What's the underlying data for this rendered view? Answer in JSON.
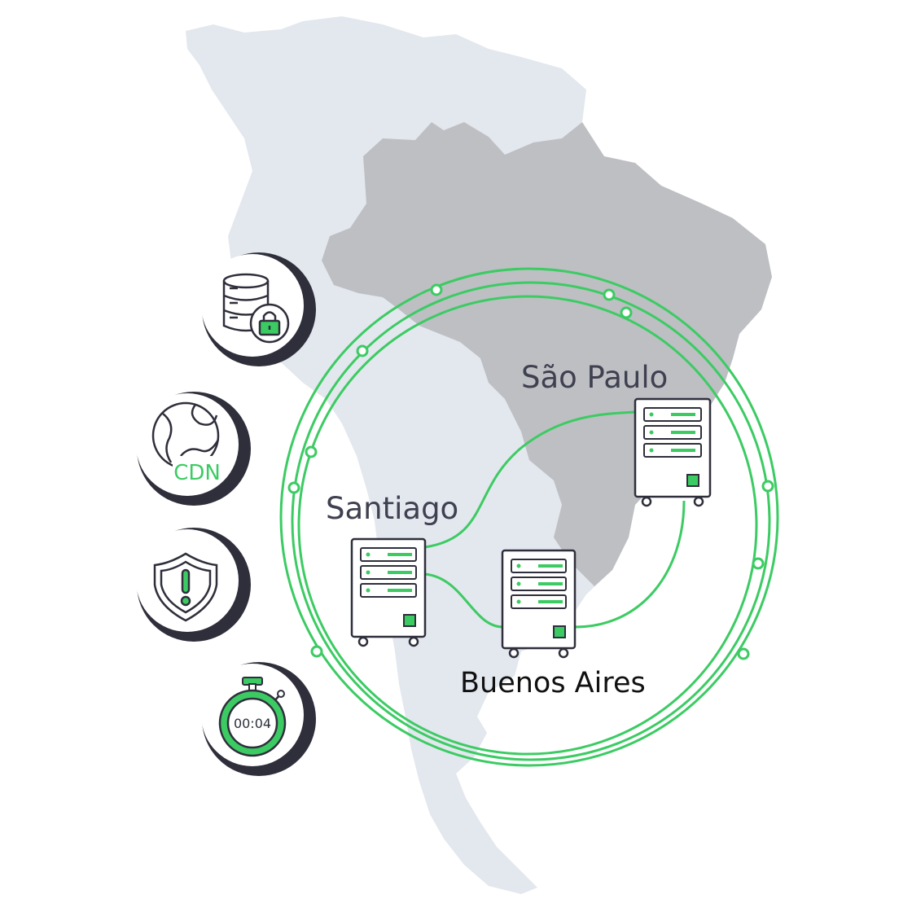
{
  "diagram": {
    "colors": {
      "map_land": "#e3e7ee",
      "map_highlight": "#bdbfc3",
      "accent_green": "#3ccb63",
      "dark_outline": "#2e2f3b",
      "server_body": "#ffffff"
    },
    "cities": [
      {
        "id": "sao-paulo",
        "label": "São Paulo"
      },
      {
        "id": "santiago",
        "label": "Santiago"
      },
      {
        "id": "buenos-aires",
        "label": "Buenos Aires"
      }
    ],
    "features": [
      {
        "id": "secure-database",
        "icon": "database-lock-icon"
      },
      {
        "id": "cdn",
        "icon": "globe-icon",
        "label": "CDN"
      },
      {
        "id": "security",
        "icon": "shield-alert-icon"
      },
      {
        "id": "latency",
        "icon": "stopwatch-icon",
        "time": "00:04"
      }
    ]
  }
}
